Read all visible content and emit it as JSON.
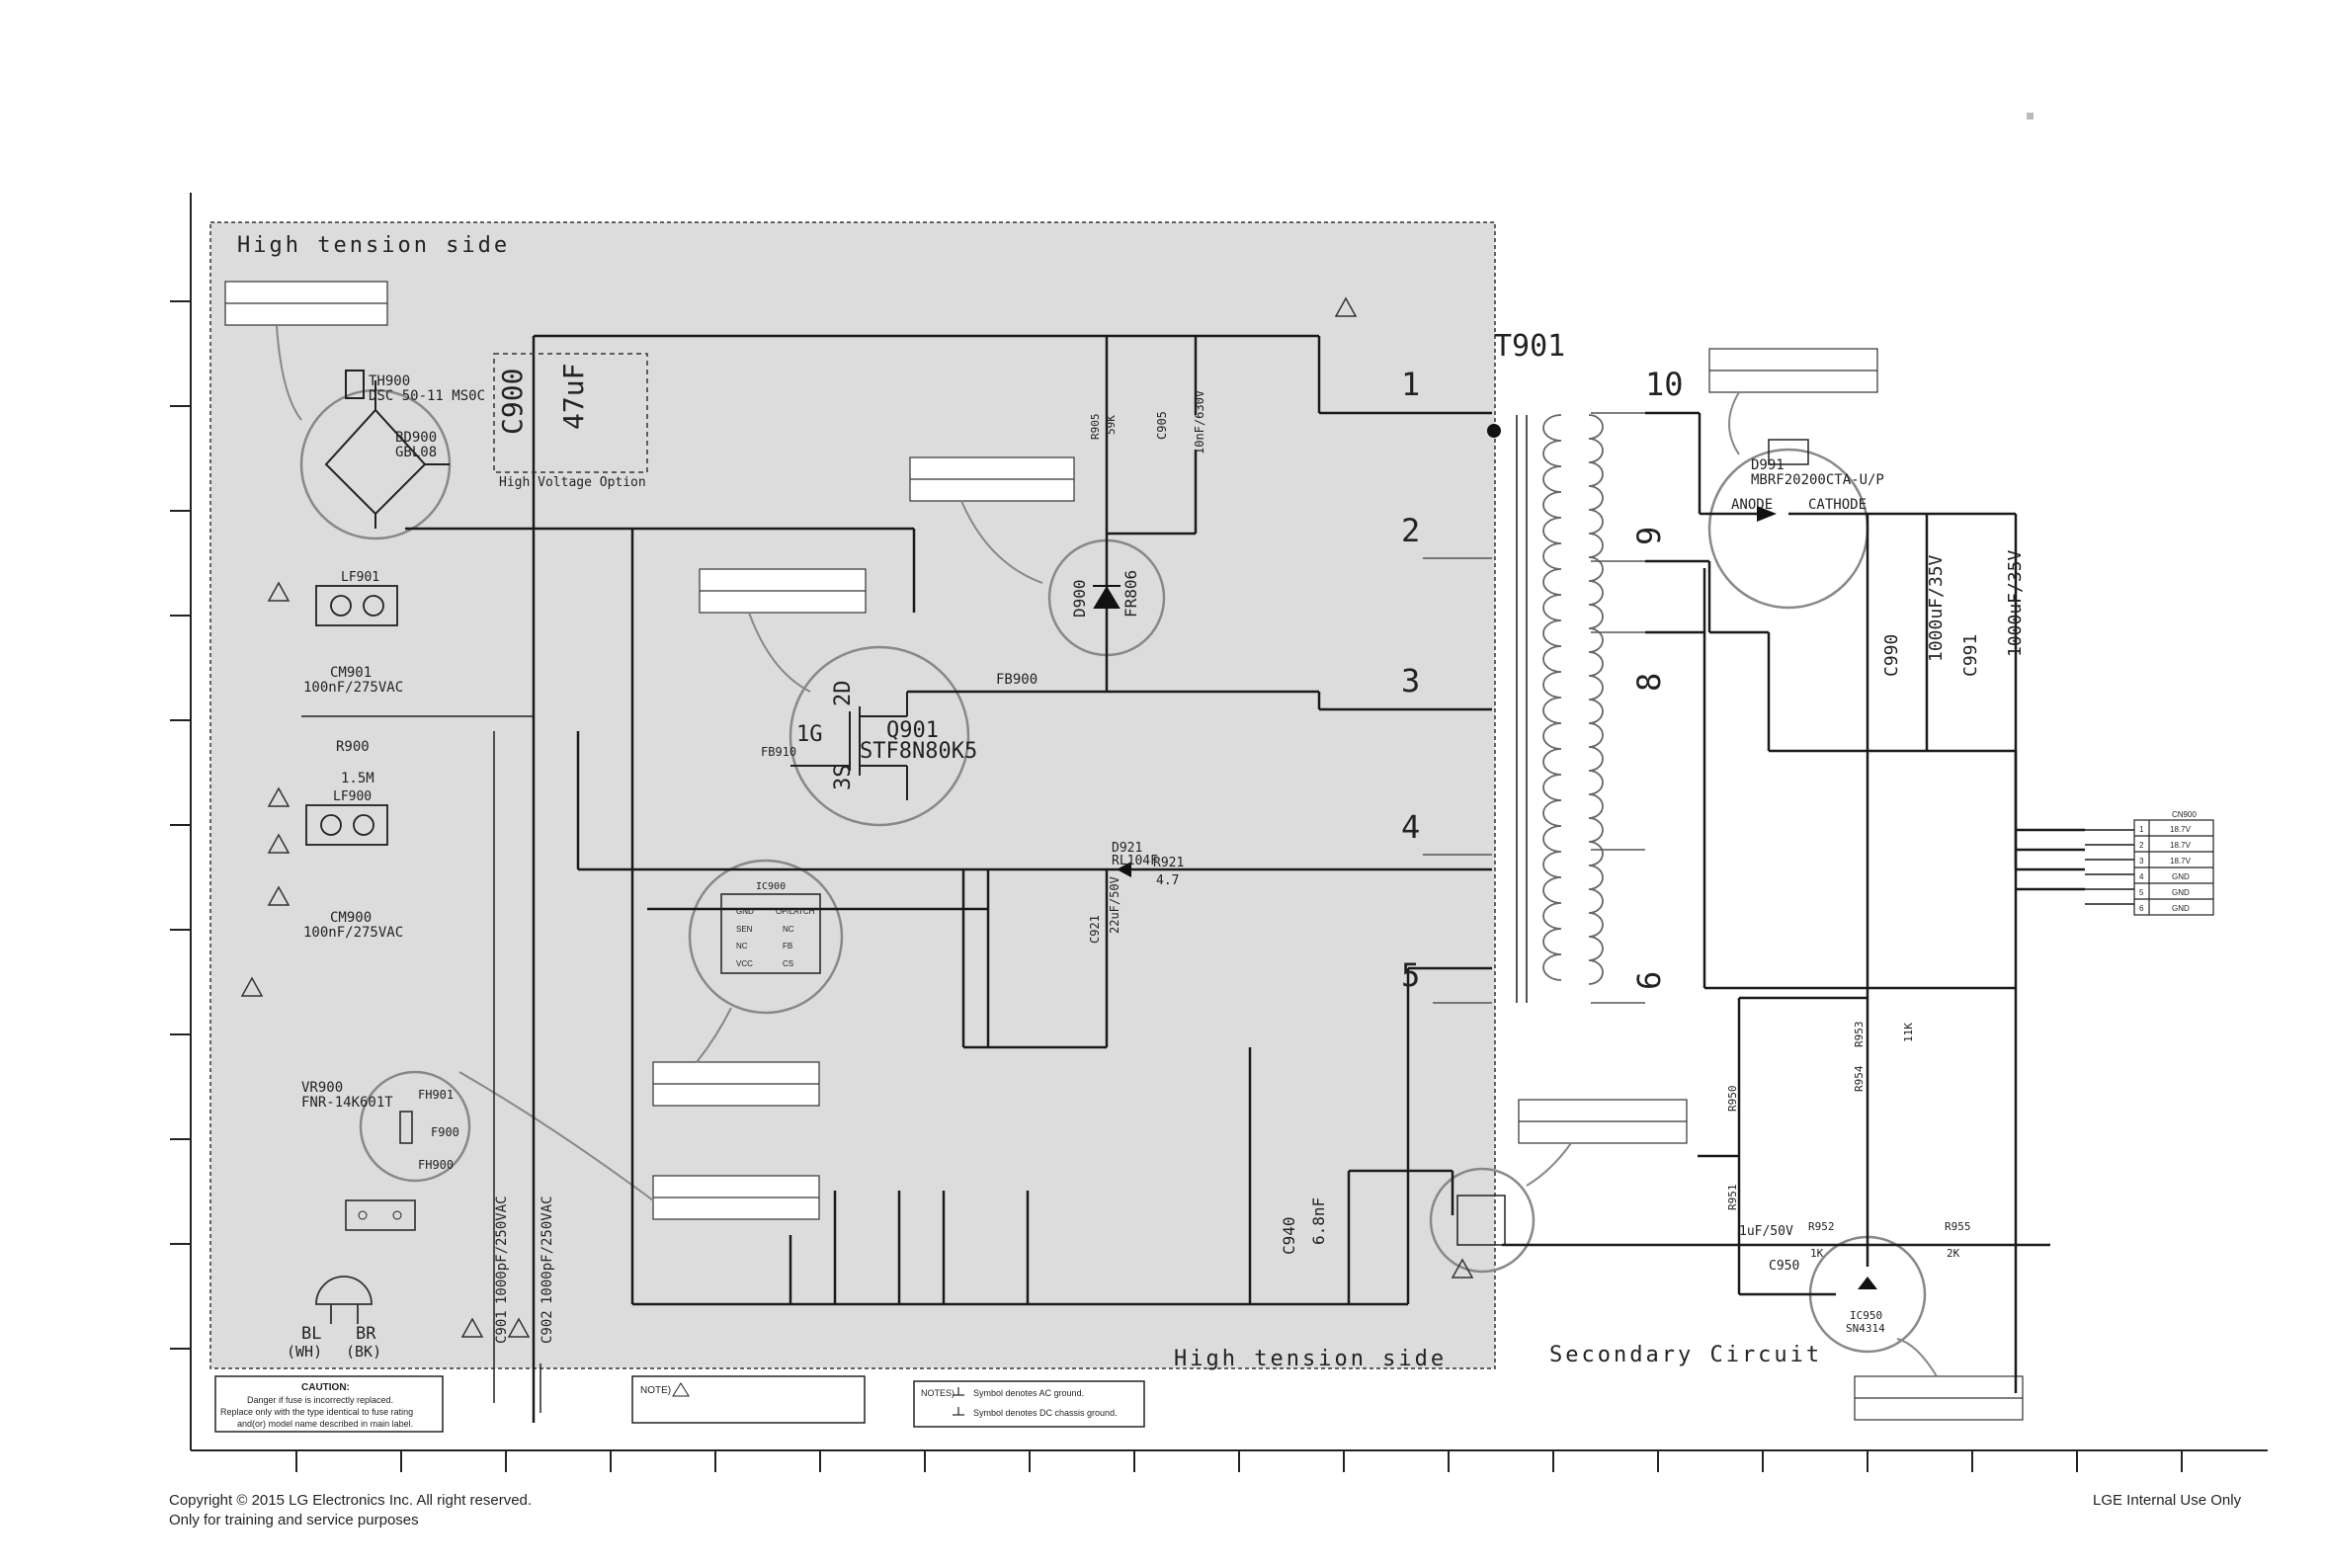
{
  "page": {
    "high_tension_label": "High tension side",
    "secondary_label": "Secondary Circuit",
    "high_voltage_option": "High Voltage Option",
    "transformer": "T901",
    "copyright": "Copyright © 2015 LG Electronics Inc. All right reserved.",
    "training": "Only for training and service purposes",
    "internal": "LGE Internal Use Only"
  },
  "pins": {
    "primary": [
      "1",
      "2",
      "3",
      "4",
      "5"
    ],
    "secondary": [
      "10",
      "9",
      "8",
      "6"
    ]
  },
  "components": {
    "th900": "TH900",
    "th900_part": "DSC 50-11 MS0C",
    "bd900": "BD900",
    "bd900_part": "GBL08",
    "lf901": "LF901",
    "lf900": "LF900",
    "cm901": "CM901",
    "cm901_val": "100nF/275VAC",
    "cm900": "CM900",
    "cm900_val": "100nF/275VAC",
    "r900": "R900",
    "r900_val": "1.5M",
    "c900": "C900",
    "c900_val": "47uF",
    "q901": "Q901",
    "q901_part": "STF8N80K5",
    "q901_g": "1G",
    "q901_d": "2D",
    "q901_s": "3S",
    "fb900": "FB900",
    "fb910": "FB910",
    "d900": "D900",
    "d900_part": "FR806",
    "r905": "R905",
    "r905_val": "59K",
    "c905": "C905",
    "c905_val": "10nF/630V",
    "d921": "D921",
    "d921_part": "RL104F",
    "r921": "R921",
    "r921_val": "4.7",
    "c921": "C921",
    "c921_val": "22uF/50V",
    "vr900": "VR900",
    "vr900_part": "FNR-14K601T",
    "fh901": "FH901",
    "fh900": "FH900",
    "f900": "F900",
    "c901": "C901",
    "c901_val": "1000pF/250VAC",
    "c902": "C902",
    "c902_val": "1000pF/250VAC",
    "c940": "C940",
    "c940_val": "6.8nF",
    "d991": "D991",
    "d991_part": "MBRF20200CTA-U/P",
    "anode": "ANODE",
    "cathode": "CATHODE",
    "c990": "C990",
    "c990_val": "1000uF/35V",
    "c991": "C991",
    "c991_val": "1000uF/35V",
    "r950": "R950",
    "r951": "R951",
    "r952": "R952",
    "r952_val": "1K",
    "r953": "R953",
    "r953_val": "11K",
    "r954": "R954",
    "r955": "R955",
    "r955_val": "2K",
    "c950": "C950",
    "c950_val": "1uF/50V",
    "ic950": "IC950",
    "ic950_part": "SN4314",
    "ic900": "IC900",
    "ic900_pins": [
      "GND",
      "SEN",
      "NC",
      "VCC",
      "OP/LATCH",
      "NC",
      "FB",
      "CS"
    ],
    "bl": "BL",
    "bl_color": "(WH)",
    "br": "BR",
    "br_color": "(BK)"
  },
  "connector": {
    "name": "CN900",
    "rows": [
      {
        "pin": "1",
        "label": "18.7V"
      },
      {
        "pin": "2",
        "label": "18.7V"
      },
      {
        "pin": "3",
        "label": "18.7V"
      },
      {
        "pin": "4",
        "label": "GND"
      },
      {
        "pin": "5",
        "label": "GND"
      },
      {
        "pin": "6",
        "label": "GND"
      }
    ]
  },
  "notes": {
    "caution_title": "CAUTION:",
    "caution_text": [
      "Danger if fuse is incorrectly replaced.",
      "Replace only with the type identical to fuse rating",
      "and(or) model name described in main label."
    ],
    "note1": "NOTE)",
    "notes2_prefix": "NOTES)",
    "notes2_line1": "Symbol denotes AC ground.",
    "notes2_line2": "Symbol denotes DC chassis ground."
  },
  "colors": {
    "shaded_area": "#dcdcdc",
    "line": "#1a1a1a",
    "highlight_circle": "#888888"
  }
}
